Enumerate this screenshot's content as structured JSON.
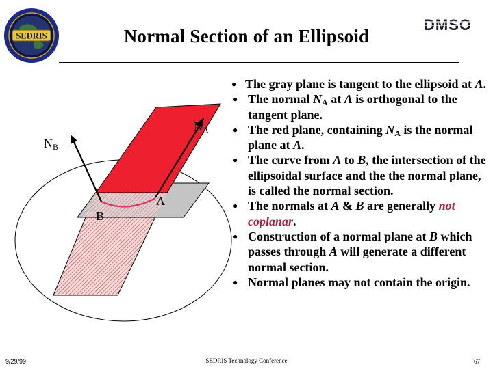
{
  "header": {
    "title": "Normal Section of an Ellipsoid",
    "left_logo_text": "SEDRIS",
    "right_logo_text": "DMSO"
  },
  "diagram": {
    "label_na": "N",
    "label_na_sub": "A",
    "label_nb": "N",
    "label_nb_sub": "B",
    "label_a": "A",
    "label_b": "B",
    "colors": {
      "normal_plane": "#ee2030",
      "tangent_plane": "#b7b7b7",
      "hatch": "#d25a5a",
      "curve": "#e0306a"
    }
  },
  "bullets": [
    {
      "parts": [
        {
          "t": "The gray plane is tangent to the ellipsoid at "
        },
        {
          "t": "A",
          "s": "it"
        },
        {
          "t": "."
        }
      ]
    },
    {
      "parts": [
        {
          "t": "The normal "
        },
        {
          "t": "N",
          "s": "it"
        },
        {
          "t": "A",
          "s": "sub"
        },
        {
          "t": " at "
        },
        {
          "t": "A",
          "s": "it"
        },
        {
          "t": " is orthogonal to the tangent plane."
        }
      ]
    },
    {
      "parts": [
        {
          "t": "The red plane, containing "
        },
        {
          "t": "N",
          "s": "it"
        },
        {
          "t": "A",
          "s": "sub"
        },
        {
          "t": " is the normal plane at "
        },
        {
          "t": "A",
          "s": "it"
        },
        {
          "t": "."
        }
      ]
    },
    {
      "parts": [
        {
          "t": "The curve from "
        },
        {
          "t": "A",
          "s": "it"
        },
        {
          "t": " to "
        },
        {
          "t": "B",
          "s": "it"
        },
        {
          "t": ", the intersection of the ellipsoidal surface and the the normal plane, is called the normal section."
        }
      ]
    },
    {
      "parts": [
        {
          "t": "The normals at "
        },
        {
          "t": "A",
          "s": "it"
        },
        {
          "t": " & "
        },
        {
          "t": "B",
          "s": "it"
        },
        {
          "t": " are generally "
        },
        {
          "t": "not coplanar",
          "s": "emph"
        },
        {
          "t": "."
        }
      ]
    },
    {
      "parts": [
        {
          "t": "Construction of a normal plane at "
        },
        {
          "t": "B",
          "s": "it"
        },
        {
          "t": " which passes through "
        },
        {
          "t": "A",
          "s": "it"
        },
        {
          "t": " will generate a different normal section."
        }
      ]
    },
    {
      "parts": [
        {
          "t": "Normal planes may not contain the origin."
        }
      ]
    }
  ],
  "footer": {
    "date": "9/29/99",
    "conference": "SEDRIS Technology Conference",
    "page": "67"
  }
}
